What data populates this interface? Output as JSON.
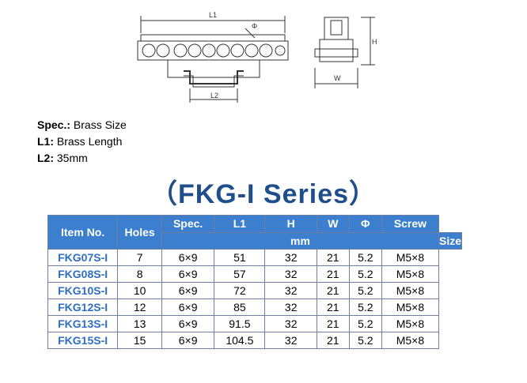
{
  "diagram": {
    "label_l1": "L1",
    "label_phi": "Φ",
    "label_l2": "L2",
    "label_h": "H",
    "label_w": "W"
  },
  "specs": [
    {
      "key": "Spec.:",
      "value": " Brass Size"
    },
    {
      "key": "L1:",
      "value": " Brass Length"
    },
    {
      "key": "L2:",
      "value": " 35mm"
    }
  ],
  "series_title": "（FKG-I Series）",
  "table": {
    "headers": {
      "item": "Item No.",
      "holes": "Holes",
      "spec": "Spec.",
      "l1": "L1",
      "h": "H",
      "w": "W",
      "phi": "Φ",
      "screw": "Screw",
      "screw2": "Size",
      "unit": "mm"
    },
    "rows": [
      [
        "FKG07S-I",
        "7",
        "6×9",
        "51",
        "32",
        "21",
        "5.2",
        "M5×8"
      ],
      [
        "FKG08S-I",
        "8",
        "6×9",
        "57",
        "32",
        "21",
        "5.2",
        "M5×8"
      ],
      [
        "FKG10S-I",
        "10",
        "6×9",
        "72",
        "32",
        "21",
        "5.2",
        "M5×8"
      ],
      [
        "FKG12S-I",
        "12",
        "6×9",
        "85",
        "32",
        "21",
        "5.2",
        "M5×8"
      ],
      [
        "FKG13S-I",
        "13",
        "6×9",
        "91.5",
        "32",
        "21",
        "5.2",
        "M5×8"
      ],
      [
        "FKG15S-I",
        "15",
        "6×9",
        "104.5",
        "32",
        "21",
        "5.2",
        "M5×8"
      ]
    ]
  }
}
